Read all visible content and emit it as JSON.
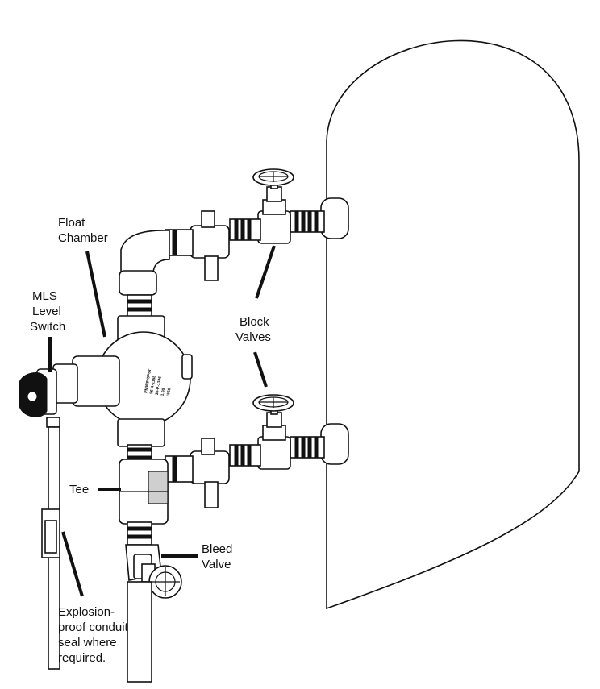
{
  "labels": {
    "float_chamber": [
      "Float",
      "Chamber"
    ],
    "mls_level_switch": [
      "MLS",
      "Level",
      "Switch"
    ],
    "block_valves": [
      "Block",
      "Valves"
    ],
    "tee": "Tee",
    "bleed_valve": [
      "Bleed",
      "Valve"
    ],
    "conduit_seal": [
      "Explosion-",
      "proof conduit",
      "seal where",
      "required."
    ]
  },
  "nameplate": [
    "PMW8V5P6T",
    "56-A-1158",
    "30-P-1346",
    "1.00",
    "1568"
  ],
  "colors": {
    "line": "#111111",
    "fill": "#ffffff",
    "shade": "#cfcfcf"
  }
}
